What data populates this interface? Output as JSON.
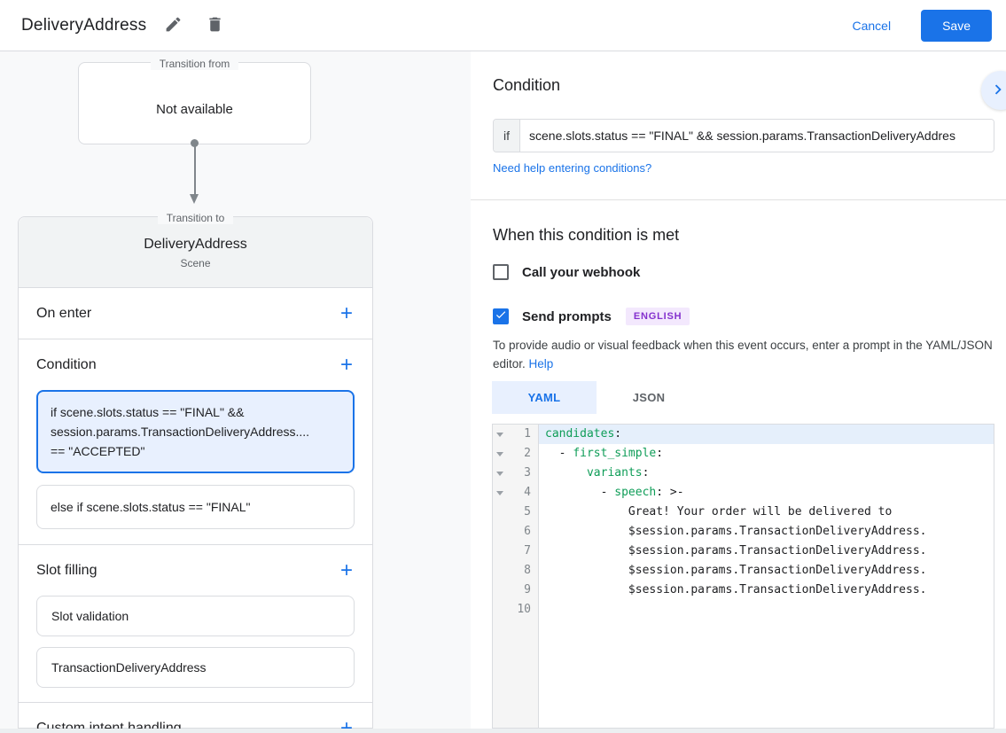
{
  "header": {
    "title": "DeliveryAddress",
    "cancel_label": "Cancel",
    "save_label": "Save"
  },
  "icons": {
    "add_glyph": "+"
  },
  "colors": {
    "accent": "#1a73e8",
    "selected_bg": "#e8f0fe",
    "badge_bg": "#f3e8fd",
    "badge_text": "#8430ce",
    "code_key_green": "#0f9d58",
    "active_line_bg": "#e5effb"
  },
  "graph": {
    "transition_from_label": "Transition from",
    "transition_from_value": "Not available",
    "transition_to_label": "Transition to"
  },
  "scene_card": {
    "name": "DeliveryAddress",
    "type": "Scene",
    "on_enter_label": "On enter",
    "condition_label": "Condition",
    "condition_items": [
      {
        "selected": true,
        "lines": [
          "if scene.slots.status == \"FINAL\" &&",
          "session.params.TransactionDeliveryAddress....",
          "== \"ACCEPTED\""
        ]
      },
      {
        "selected": false,
        "lines": [
          "else if scene.slots.status == \"FINAL\""
        ]
      }
    ],
    "slot_filling_label": "Slot filling",
    "slot_items": [
      "Slot validation",
      "TransactionDeliveryAddress"
    ],
    "custom_intent_label": "Custom intent handling"
  },
  "condition_panel": {
    "title": "Condition",
    "if_label": "if",
    "if_value": "scene.slots.status == \"FINAL\" && session.params.TransactionDeliveryAddres",
    "help_link": "Need help entering conditions?"
  },
  "when_met": {
    "title": "When this condition is met",
    "webhook_label": "Call your webhook",
    "webhook_checked": false,
    "prompts_label": "Send prompts",
    "prompts_checked": true,
    "language_badge": "ENGLISH",
    "description": "To provide audio or visual feedback when this event occurs, enter a prompt in the YAML/JSON editor. ",
    "help_label": "Help"
  },
  "editor": {
    "tabs": [
      {
        "label": "YAML",
        "active": true
      },
      {
        "label": "JSON",
        "active": false
      }
    ],
    "lines": [
      {
        "num": "1",
        "pre": "",
        "key": "candidates",
        "suf": ":",
        "fold": true,
        "active": true
      },
      {
        "num": "2",
        "pre": "  - ",
        "key": "first_simple",
        "suf": ":",
        "fold": true
      },
      {
        "num": "3",
        "pre": "      ",
        "key": "variants",
        "suf": ":",
        "fold": true
      },
      {
        "num": "4",
        "pre": "        - ",
        "key": "speech",
        "suf": ": >-",
        "fold": true
      },
      {
        "num": "5",
        "pre": "            Great! Your order will be delivered to",
        "key": "",
        "suf": ""
      },
      {
        "num": "6",
        "pre": "            $session.params.TransactionDeliveryAddress.",
        "key": "",
        "suf": ""
      },
      {
        "num": "7",
        "pre": "            $session.params.TransactionDeliveryAddress.",
        "key": "",
        "suf": ""
      },
      {
        "num": "8",
        "pre": "            $session.params.TransactionDeliveryAddress.",
        "key": "",
        "suf": ""
      },
      {
        "num": "9",
        "pre": "            $session.params.TransactionDeliveryAddress.",
        "key": "",
        "suf": ""
      },
      {
        "num": "10",
        "pre": "",
        "key": "",
        "suf": ""
      }
    ]
  }
}
